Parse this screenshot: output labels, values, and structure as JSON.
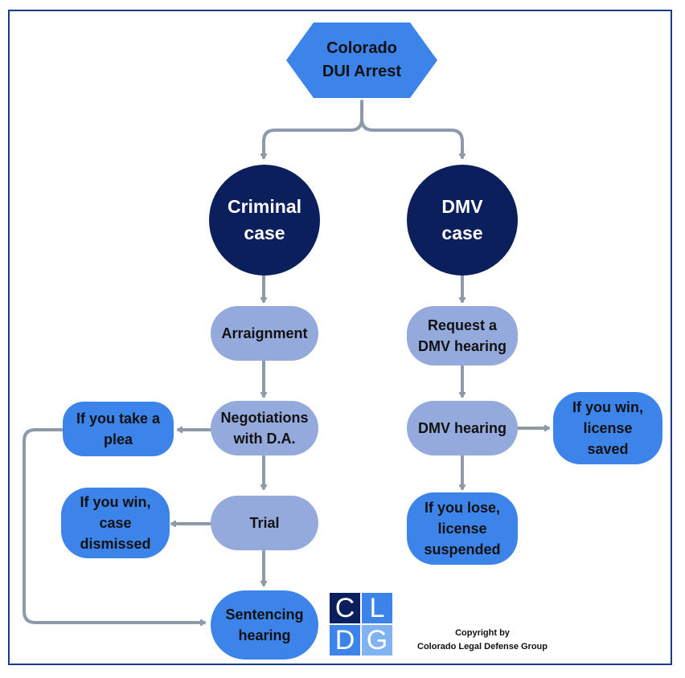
{
  "diagram": {
    "start": "Colorado\nDUI Arrest",
    "criminal_case": "Criminal\ncase",
    "dmv_case": "DMV\ncase",
    "arraignment": "Arraignment",
    "negotiations": "Negotiations\nwith D.A.",
    "take_plea": "If you take a\nplea",
    "trial": "Trial",
    "win_dismissed": "If you win,\ncase\ndismissed",
    "sentencing": "Sentencing\nhearing",
    "request_hearing": "Request a\nDMV hearing",
    "dmv_hearing": "DMV hearing",
    "win_saved": "If you win,\nlicense\nsaved",
    "lose_suspended": "If you lose,\nlicense\nsuspended"
  },
  "logo": {
    "c": "C",
    "l": "L",
    "d": "D",
    "g": "G"
  },
  "copyright": "Copyright by\nColorado Legal Defense Group",
  "colors": {
    "border": "#1b3a8a",
    "dark_navy": "#0b1f5c",
    "light_blue": "#94aadc",
    "bright_blue": "#3d84ea",
    "connector": "#8e9aaa"
  }
}
